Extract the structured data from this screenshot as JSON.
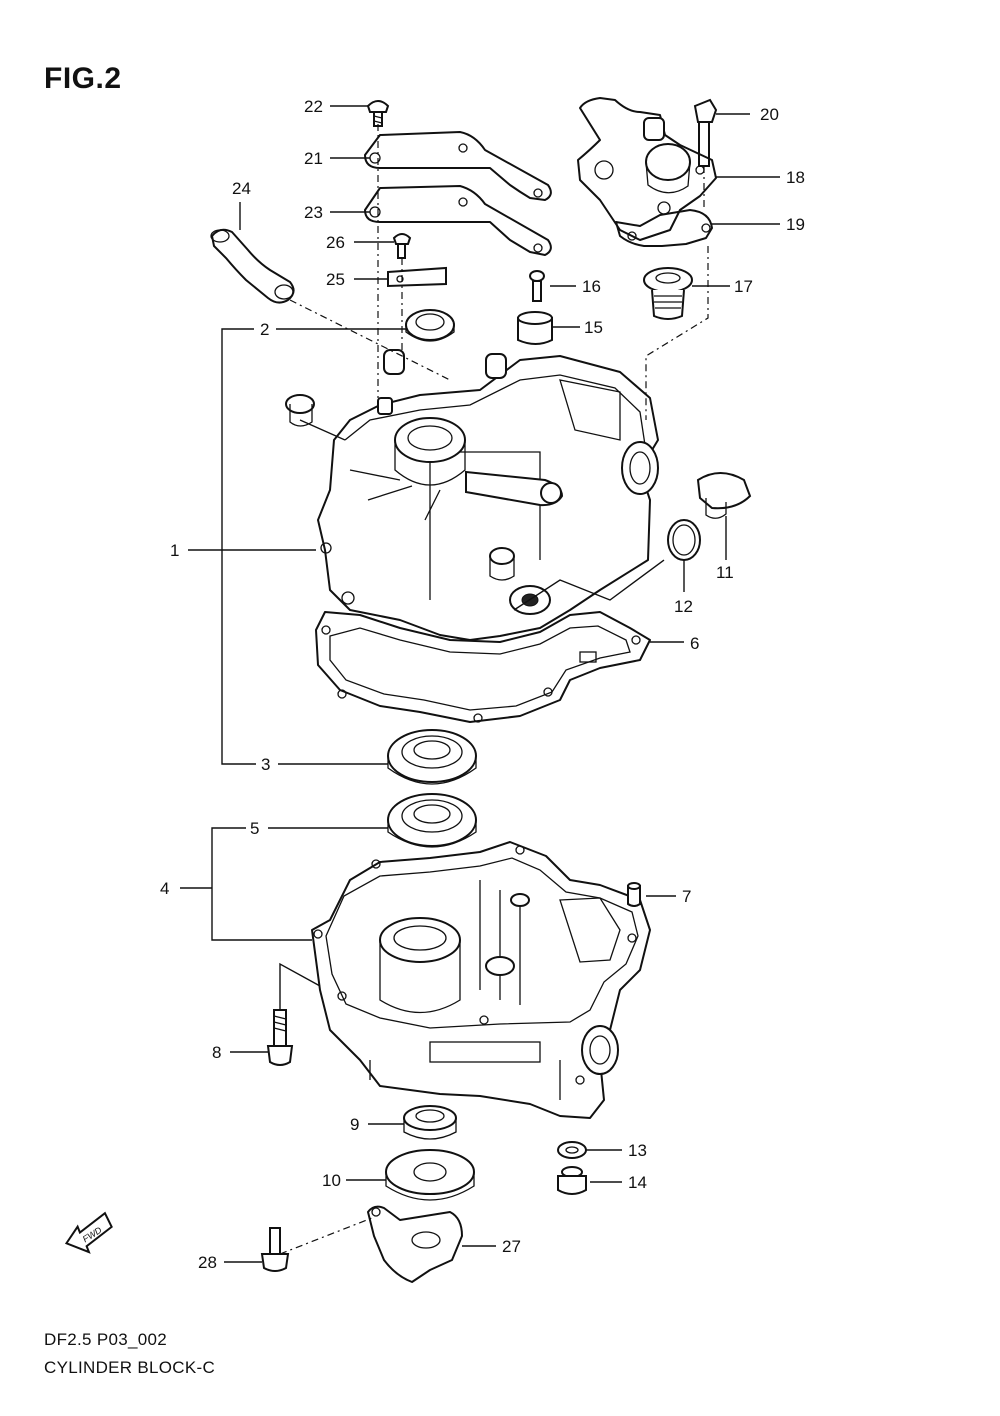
{
  "figure": {
    "title": "FIG.2",
    "code": "DF2.5 P03_002",
    "subtitle": "CYLINDER BLOCK-C"
  },
  "fwd_arrow": {
    "label": "FWD"
  },
  "callouts": [
    {
      "id": "c1",
      "label": "1"
    },
    {
      "id": "c2",
      "label": "2"
    },
    {
      "id": "c3",
      "label": "3"
    },
    {
      "id": "c4",
      "label": "4"
    },
    {
      "id": "c5",
      "label": "5"
    },
    {
      "id": "c6",
      "label": "6"
    },
    {
      "id": "c7",
      "label": "7"
    },
    {
      "id": "c8",
      "label": "8"
    },
    {
      "id": "c9",
      "label": "9"
    },
    {
      "id": "c10",
      "label": "10"
    },
    {
      "id": "c11",
      "label": "11"
    },
    {
      "id": "c12",
      "label": "12"
    },
    {
      "id": "c13",
      "label": "13"
    },
    {
      "id": "c14",
      "label": "14"
    },
    {
      "id": "c15",
      "label": "15"
    },
    {
      "id": "c16",
      "label": "16"
    },
    {
      "id": "c17",
      "label": "17"
    },
    {
      "id": "c18",
      "label": "18"
    },
    {
      "id": "c19",
      "label": "19"
    },
    {
      "id": "c20",
      "label": "20"
    },
    {
      "id": "c21",
      "label": "21"
    },
    {
      "id": "c22",
      "label": "22"
    },
    {
      "id": "c23",
      "label": "23"
    },
    {
      "id": "c24",
      "label": "24"
    },
    {
      "id": "c25",
      "label": "25"
    },
    {
      "id": "c26",
      "label": "26"
    },
    {
      "id": "c27",
      "label": "27"
    },
    {
      "id": "c28",
      "label": "28"
    }
  ]
}
